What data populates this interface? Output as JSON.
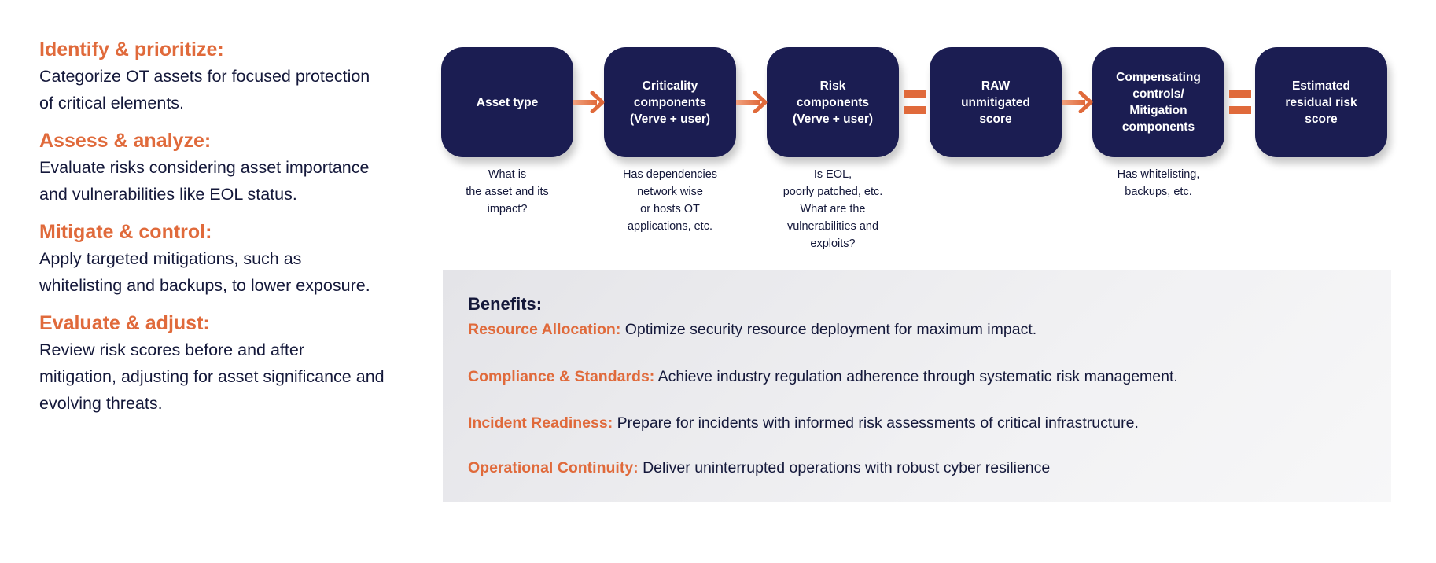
{
  "steps_left": [
    {
      "title": "Identify & prioritize:",
      "body": "Categorize OT assets for focused protection of critical elements."
    },
    {
      "title": "Assess & analyze:",
      "body": "Evaluate risks considering asset importance and vulnerabilities like EOL status."
    },
    {
      "title": "Mitigate & control:",
      "body": "Apply targeted mitigations, such as whitelisting and backups, to lower exposure."
    },
    {
      "title": "Evaluate & adjust:",
      "body": "Review risk scores before and after mitigation, adjusting for asset significance and evolving threats."
    }
  ],
  "flow": [
    {
      "label": "Asset type",
      "caption": "What is\nthe asset and its\nimpact?"
    },
    {
      "label": "Criticality\ncomponents\n(Verve + user)",
      "caption": "Has dependencies\nnetwork wise\nor hosts OT\napplications, etc."
    },
    {
      "label": "Risk\ncomponents\n(Verve + user)",
      "caption": "Is EOL,\npoorly patched, etc.\nWhat are the\nvulnerabilities and\nexploits?"
    },
    {
      "label": "RAW\nunmitigated\nscore",
      "caption": ""
    },
    {
      "label": "Compensating\ncontrols/\nMitigation\ncomponents",
      "caption": "Has whitelisting,\nbackups, etc."
    },
    {
      "label": "Estimated\nresidual risk\nscore",
      "caption": ""
    }
  ],
  "connectors": [
    "arrow",
    "arrow",
    "equals",
    "arrow",
    "equals"
  ],
  "benefits": {
    "title": "Benefits:",
    "items": [
      {
        "label": "Resource Allocation:",
        "text": " Optimize security resource deployment for maximum impact."
      },
      {
        "label": "Compliance & Standards:",
        "text": " Achieve industry regulation adherence through systematic risk management."
      },
      {
        "label": "Incident Readiness:",
        "text": " Prepare for incidents with informed risk assessments of critical infrastructure."
      },
      {
        "label": "Operational Continuity:",
        "text": " Deliver uninterrupted operations with robust cyber resilience"
      }
    ]
  },
  "colors": {
    "accent": "#e06a3b",
    "navy": "#1b1d52",
    "text": "#14183a"
  }
}
